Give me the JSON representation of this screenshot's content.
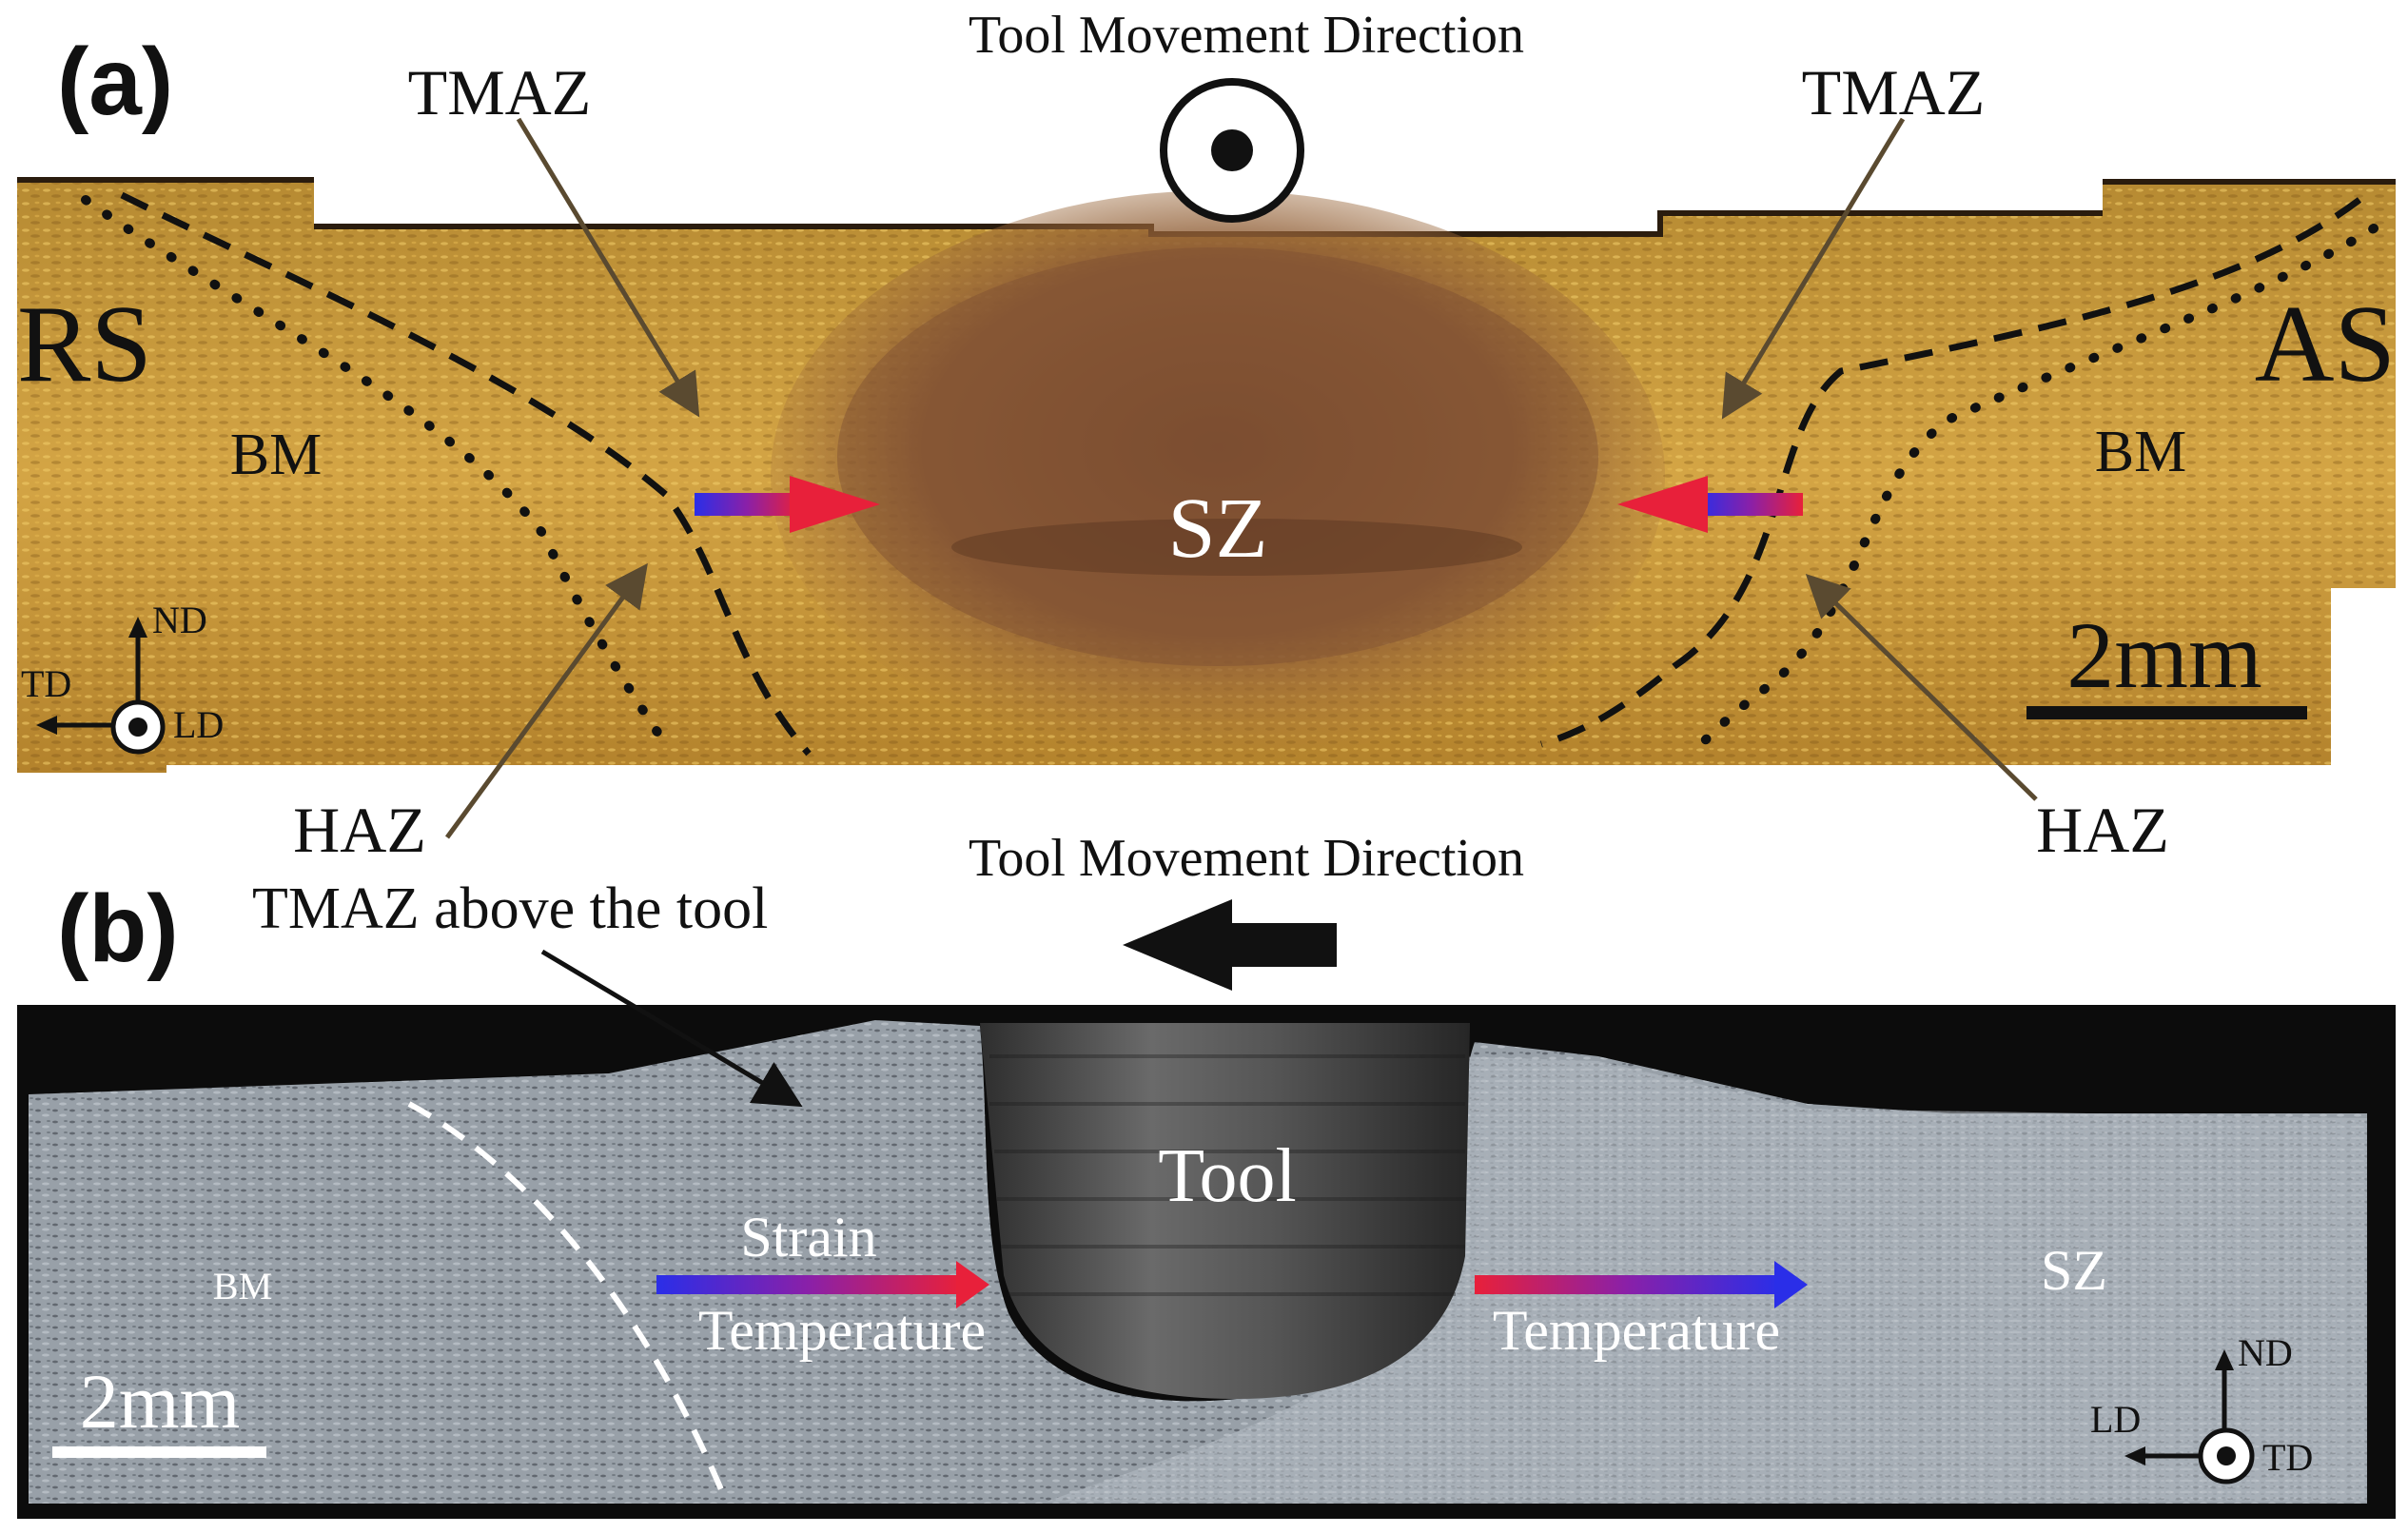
{
  "panel_a": {
    "label": "(a)",
    "direction_title": "Tool Movement Direction",
    "tmaz_left": "TMAZ",
    "tmaz_right": "TMAZ",
    "side_left": "RS",
    "side_right": "AS",
    "bm_left": "BM",
    "bm_right": "BM",
    "sz": "SZ",
    "haz_left": "HAZ",
    "haz_right": "HAZ",
    "scale_bar": "2mm",
    "axis_nd": "ND",
    "axis_td": "TD",
    "axis_ld": "LD",
    "colors": {
      "bm": "#c89a35",
      "sz": "#8a5a36",
      "arrow_blue": "#2a2ee8",
      "arrow_red": "#e8203a"
    }
  },
  "panel_b": {
    "label": "(b)",
    "direction_title": "Tool Movement Direction",
    "tmaz_note": "TMAZ above the tool",
    "tool": "Tool",
    "strain": "Strain",
    "temperature_left": "Temperature",
    "temperature_right": "Temperature",
    "bm": "BM",
    "sz": "SZ",
    "scale_bar": "2mm",
    "axis_nd": "ND",
    "axis_ld": "LD",
    "axis_td": "TD",
    "colors": {
      "background": "#0c0c0c",
      "sample": "#9aa1a9",
      "tool": "#4a4a4a"
    }
  }
}
